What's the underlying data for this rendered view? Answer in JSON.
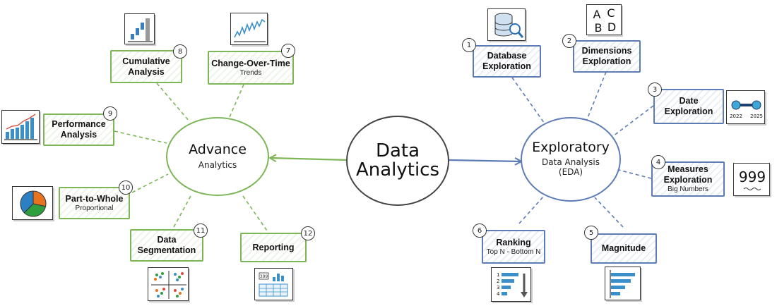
{
  "center": {
    "line1": "Data",
    "line2": "Analytics"
  },
  "advance": {
    "title": "Advance",
    "subtitle": "Analytics"
  },
  "exploratory": {
    "title": "Exploratory",
    "subtitle1": "Data Analysis",
    "subtitle2": "(EDA)"
  },
  "colors": {
    "green": "#7cb657",
    "blue": "#5d7cb6",
    "outline": "#444444"
  },
  "icon_names": [
    "waterfall-chart-icon",
    "trend-line-icon",
    "rising-bars-icon",
    "pie-chart-icon",
    "cluster-scatter-icon",
    "report-table-icon",
    "database-search-icon",
    "letters-abcd-icon",
    "timeline-icon",
    "big-number-icon",
    "ranking-list-icon",
    "horizontal-bars-icon"
  ],
  "left_boxes": [
    {
      "num": "8",
      "title": "Cumulative",
      "title2": "Analysis",
      "subtitle": ""
    },
    {
      "num": "7",
      "title": "Change-Over-Time",
      "title2": "",
      "subtitle": "Trends"
    },
    {
      "num": "9",
      "title": "Performance",
      "title2": "Analysis",
      "subtitle": ""
    },
    {
      "num": "10",
      "title": "Part-to-Whole",
      "title2": "",
      "subtitle": "Proportional"
    },
    {
      "num": "11",
      "title": "Data",
      "title2": "Segmentation",
      "subtitle": ""
    },
    {
      "num": "12",
      "title": "Reporting",
      "title2": "",
      "subtitle": ""
    }
  ],
  "right_boxes": [
    {
      "num": "1",
      "title": "Database",
      "title2": "Exploration",
      "subtitle": ""
    },
    {
      "num": "2",
      "title": "Dimensions",
      "title2": "Exploration",
      "subtitle": ""
    },
    {
      "num": "3",
      "title": "Date",
      "title2": "Exploration",
      "subtitle": ""
    },
    {
      "num": "4",
      "title": "Measures",
      "title2": "Exploration",
      "subtitle": "Big Numbers"
    },
    {
      "num": "6",
      "title": "Ranking",
      "title2": "",
      "subtitle": "Top N - Bottom N"
    },
    {
      "num": "5",
      "title": "Magnitude",
      "title2": "",
      "subtitle": ""
    }
  ],
  "icon_text": {
    "letters": [
      "A",
      "C",
      "B",
      "D"
    ],
    "years": [
      "2022",
      "2025"
    ],
    "big_number": "999",
    "ranks": [
      "1",
      "2",
      "3",
      "4"
    ],
    "report": "399"
  }
}
